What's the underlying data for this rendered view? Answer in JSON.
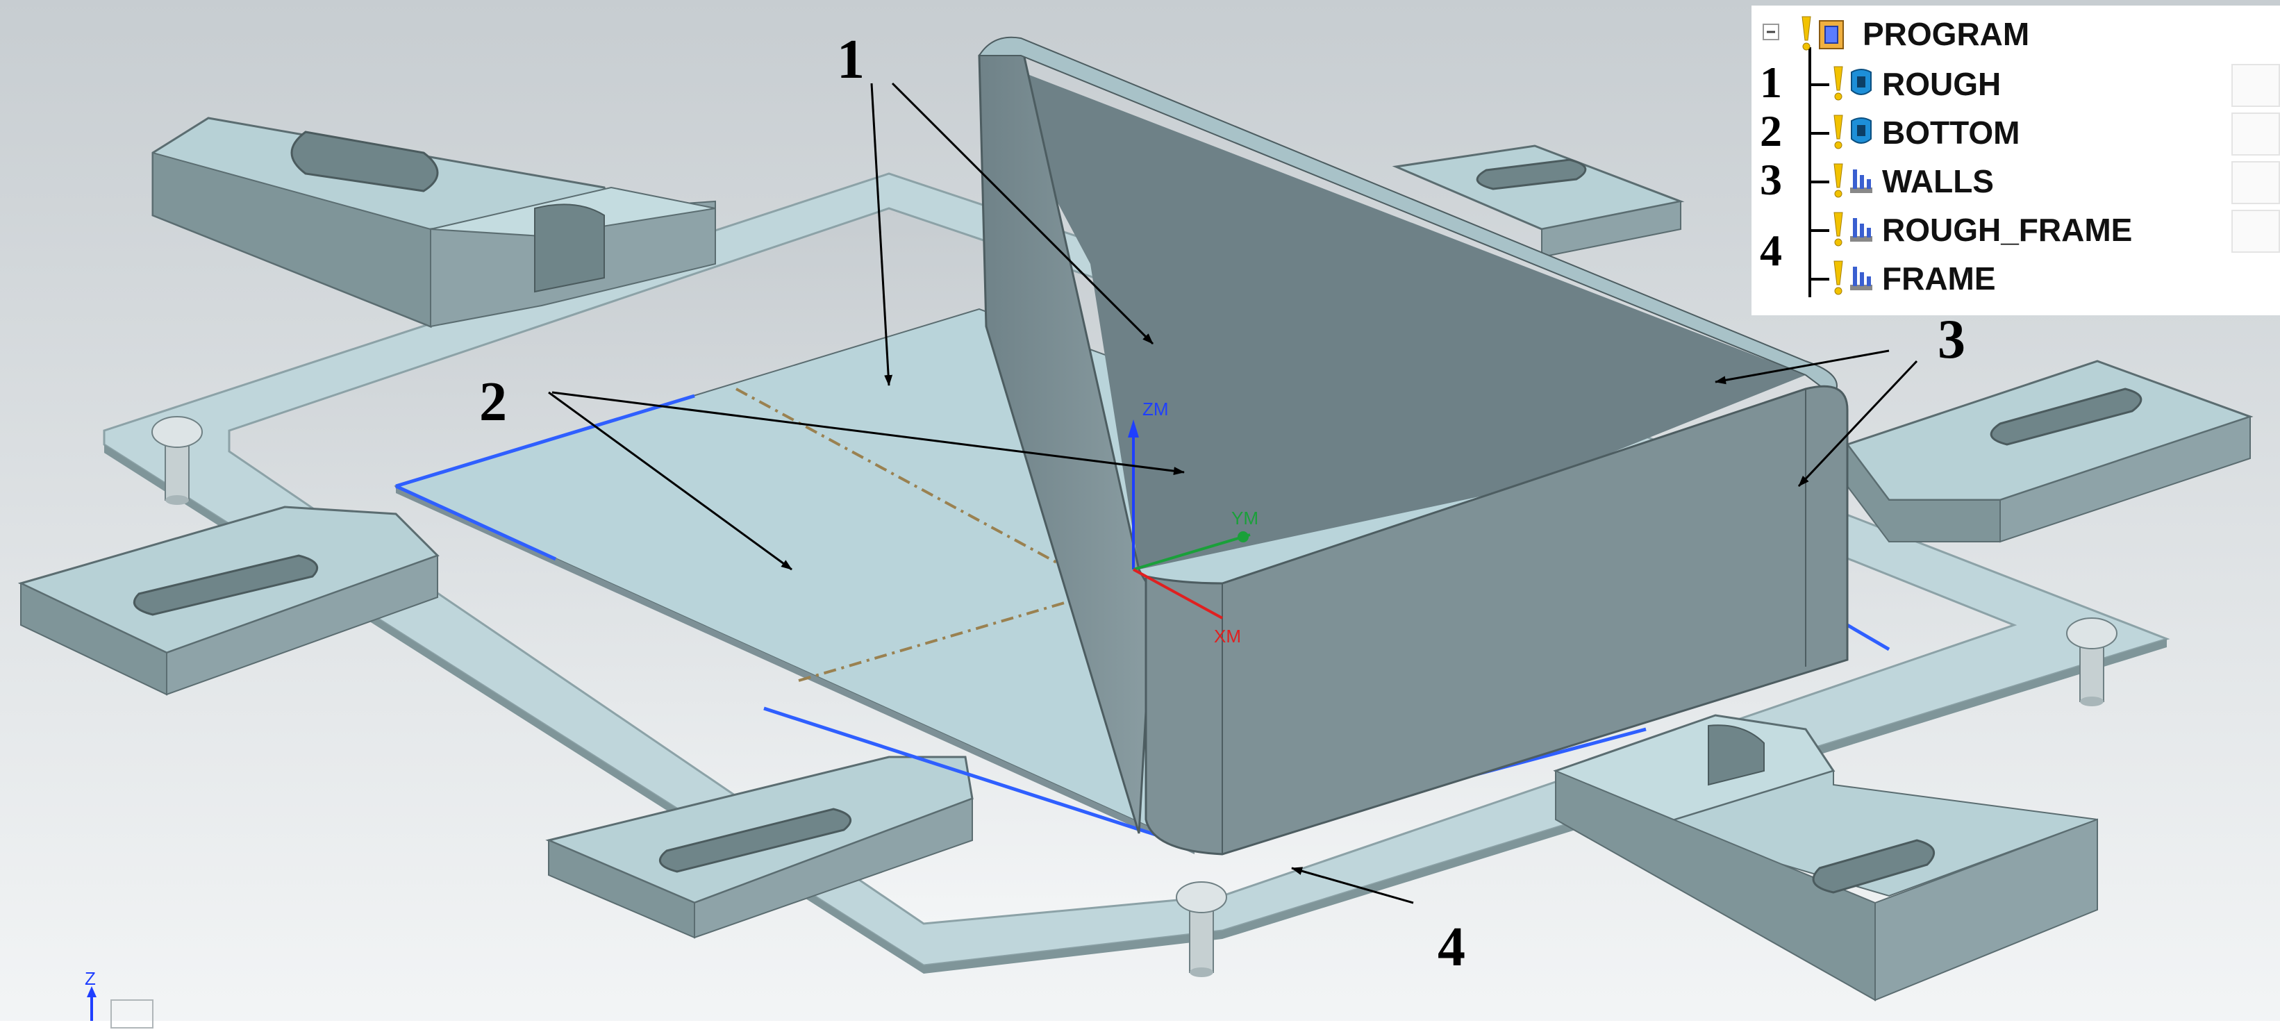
{
  "viewport": {
    "callouts": [
      "1",
      "2",
      "3",
      "4"
    ],
    "wcs_axes": {
      "z": "ZM",
      "y": "YM",
      "x": "XM"
    },
    "view_triad": {
      "z": "Z"
    },
    "colors": {
      "background_top": "#c9cfd3",
      "background_bottom": "#f2f4f5",
      "part_face": "#b9d4da",
      "part_side": "#7d9096",
      "fixture_top": "#b7d1d6",
      "fixture_side": "#7f9599",
      "edge_highlight": "#2f5fff",
      "centerline": "#9a8150",
      "zm_axis": "#1f3fff",
      "ym_axis": "#1aa03a",
      "xm_axis": "#e02020"
    }
  },
  "navigator": {
    "root": {
      "label": "PROGRAM",
      "expander": "minus-icon",
      "icon": "program-folder-icon"
    },
    "operations": [
      {
        "number": "1",
        "label": "ROUGH",
        "icon": "cavity-mill-icon"
      },
      {
        "number": "2",
        "label": "BOTTOM",
        "icon": "cavity-mill-icon"
      },
      {
        "number": "3",
        "label": "WALLS",
        "icon": "wall-profile-icon"
      },
      {
        "number": "",
        "label": "ROUGH_FRAME",
        "icon": "wall-profile-icon"
      },
      {
        "number": "4",
        "label": "FRAME",
        "icon": "wall-profile-icon"
      }
    ],
    "status_icon": "exclamation-warning-icon"
  }
}
